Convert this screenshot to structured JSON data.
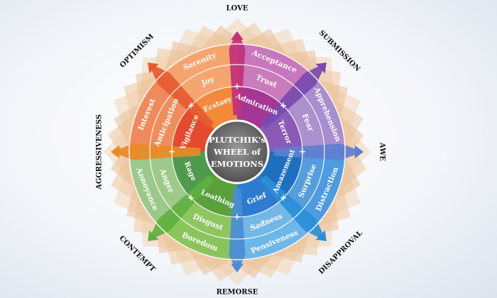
{
  "center_title": [
    "PLUTCHIK's",
    "WHEEL of",
    "EMOTIONS"
  ],
  "primary": [
    {
      "key": "joy",
      "intense": "Ecstasy",
      "basic": "Joy",
      "mild": "Serenity",
      "color": "#f28a3a",
      "light": "#f5a46e"
    },
    {
      "key": "trust",
      "intense": "Admiration",
      "basic": "Trust",
      "mild": "Acceptance",
      "color": "#a63694",
      "light": "#c877bd"
    },
    {
      "key": "fear",
      "intense": "Terror",
      "basic": "Fear",
      "mild": "Apprehension",
      "color": "#8a5ab6",
      "light": "#a88ed0"
    },
    {
      "key": "surprise",
      "intense": "Amazement",
      "basic": "Surprise",
      "mild": "Distraction",
      "color": "#1e6fc0",
      "light": "#4d9be0"
    },
    {
      "key": "sadness",
      "intense": "Grief",
      "basic": "Sadness",
      "mild": "Pensiveness",
      "color": "#2e7cd0",
      "light": "#6cb6ea"
    },
    {
      "key": "disgust",
      "intense": "Loathing",
      "basic": "Disgust",
      "mild": "Boredom",
      "color": "#5aa13c",
      "light": "#8ac55c"
    },
    {
      "key": "anger",
      "intense": "Rage",
      "basic": "Anger",
      "mild": "Annoyance",
      "color": "#4f9a4c",
      "light": "#9bc989"
    },
    {
      "key": "anticipation",
      "intense": "Vigilance",
      "basic": "Anticipation",
      "mild": "Interest",
      "color": "#e64a2e",
      "light": "#f08a5a"
    }
  ],
  "dyads": [
    {
      "name": "LOVE",
      "color": "#c2307a"
    },
    {
      "name": "SUBMISSION",
      "color": "#7a4ab0"
    },
    {
      "name": "AWE",
      "color": "#5d7fd0"
    },
    {
      "name": "DISAPPROVAL",
      "color": "#2a8fd8"
    },
    {
      "name": "REMORSE",
      "color": "#4a8cd6"
    },
    {
      "name": "CONTEMPT",
      "color": "#5fb040"
    },
    {
      "name": "AGGRESSIVENESS",
      "color": "#e88a28"
    },
    {
      "name": "OPTIMISM",
      "color": "#e65a30"
    }
  ],
  "plus_symbol": "+"
}
